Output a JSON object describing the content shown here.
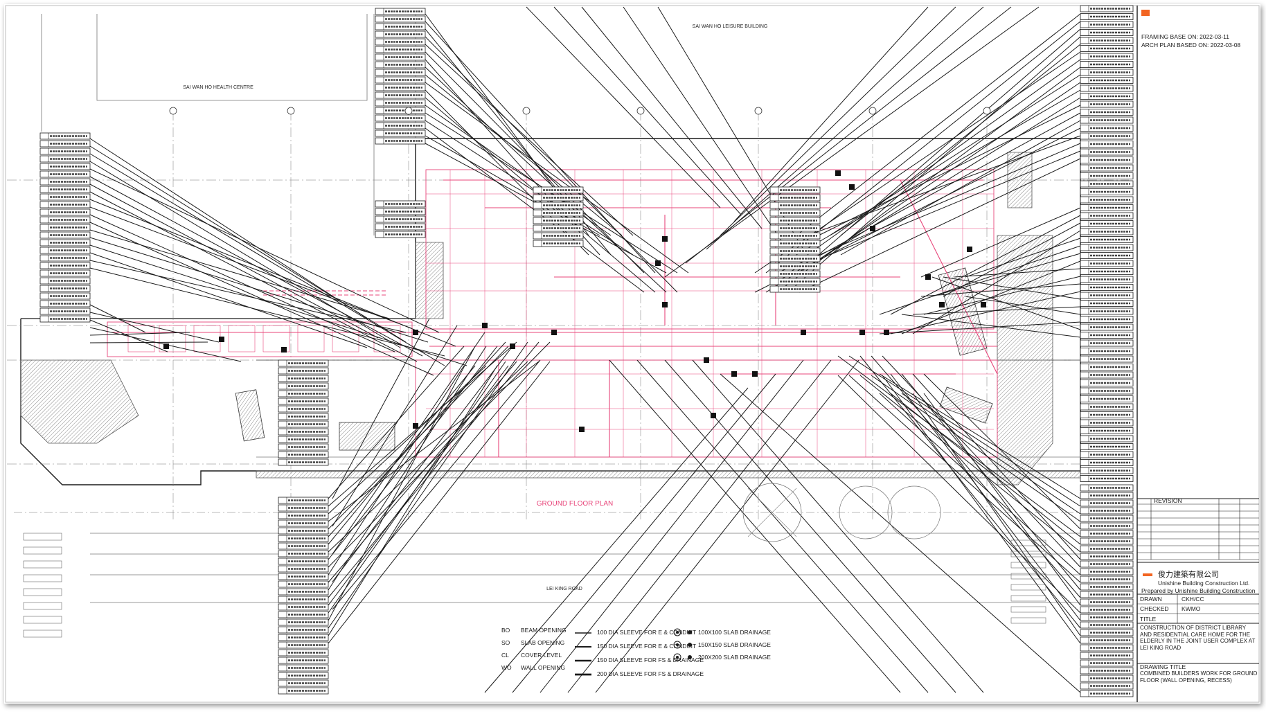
{
  "drawing": {
    "top_building_label": "SAI WAN HO LEISURE BUILDING",
    "left_building_label": "SAI WAN HO HEALTH CENTRE",
    "plan_title": "GROUND FLOOR PLAN",
    "road_label": "LEI KING ROAD",
    "colors": {
      "overlay": "#e8457a",
      "linework": "#1a1a1a",
      "brand": "#f26522"
    }
  },
  "legend": {
    "opening_types": [
      {
        "code": "BO",
        "label": "BEAM OPENING"
      },
      {
        "code": "SO",
        "label": "SLAB OPENING"
      },
      {
        "code": "CL",
        "label": "COVER LEVEL"
      },
      {
        "code": "WO",
        "label": "WALL OPENING"
      }
    ],
    "sleeves": [
      {
        "label": "100 DIA SLEEVE FOR E & CONDUIT"
      },
      {
        "label": "150 DIA SLEEVE FOR E & CONDUIT"
      },
      {
        "label": "150 DIA SLEEVE FOR FS & DRAINAGE"
      },
      {
        "label": "200 DIA SLEEVE FOR FS & DRAINAGE"
      }
    ],
    "slab_drains": [
      {
        "label": "100X100 SLAB DRAINAGE"
      },
      {
        "label": "150X150 SLAB DRAINAGE"
      },
      {
        "label": "200X200 SLAB DRAINAGE"
      }
    ]
  },
  "title_block": {
    "framing_base": "FRAMING BASE ON: 2022-03-11",
    "arch_base": "ARCH PLAN BASED ON: 2022-03-08",
    "revision_header": "REVISION",
    "company_name_cn": "俊力建築有限公司",
    "company_name_en": "Unishine Building Construction Ltd.",
    "prepared_by": "Prepared by Unishine Building Construction",
    "drawn_label": "DRAWN",
    "drawn_value": "CKH/CC",
    "checked_label": "CHECKED",
    "checked_value": "KWMO",
    "title_label": "TITLE",
    "project": "CONSTRUCTION OF DISTRICT LIBRARY AND RESIDENTIAL CARE HOME FOR THE ELDERLY IN THE JOINT USER COMPLEX AT LEI KING ROAD",
    "drawing_title_label": "DRAWING TITLE",
    "drawing_title": "COMBINED BUILDERS WORK FOR GROUND FLOOR (WALL OPENING, RECESS)"
  }
}
